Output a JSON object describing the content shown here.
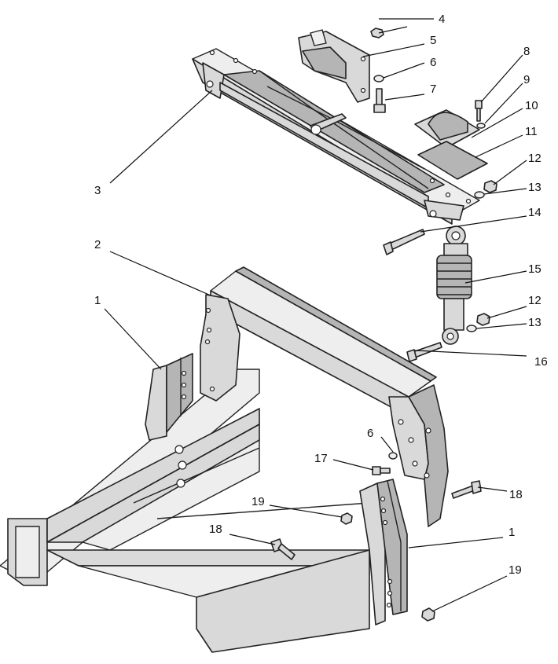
{
  "callouts": {
    "c1a": "1",
    "c1b": "1",
    "c2": "2",
    "c3": "3",
    "c4": "4",
    "c5": "5",
    "c6a": "6",
    "c6b": "6",
    "c7": "7",
    "c8": "8",
    "c9": "9",
    "c10": "10",
    "c11": "11",
    "c12a": "12",
    "c12b": "12",
    "c13a": "13",
    "c13b": "13",
    "c14": "14",
    "c15": "15",
    "c16": "16",
    "c17": "17",
    "c18a": "18",
    "c18b": "18",
    "c19a": "19",
    "c19b": "19"
  }
}
